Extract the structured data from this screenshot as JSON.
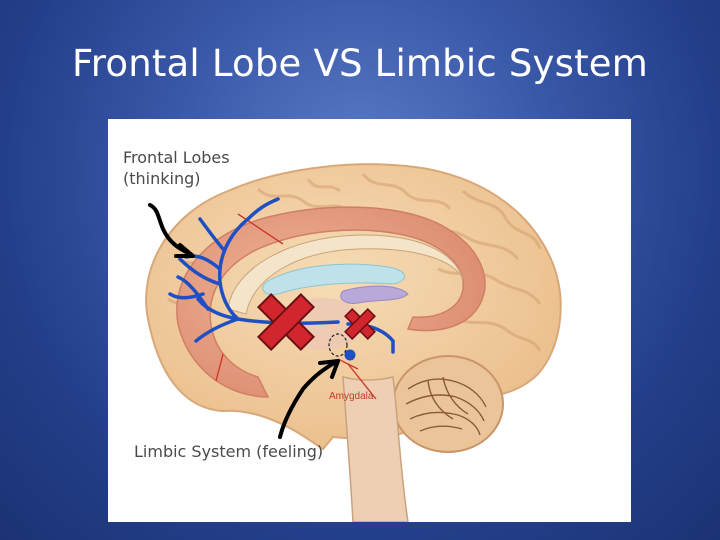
{
  "slide": {
    "title": "Frontal Lobe VS Limbic System"
  },
  "diagram": {
    "frontal_label_line1": "Frontal Lobes",
    "frontal_label_line2": "(thinking)",
    "limbic_label": "Limbic System (feeling)",
    "amygdala_label": "Amygdala"
  },
  "colors": {
    "background": "#3a58a8",
    "brain_outer": "#f3cfa0",
    "brain_inner": "#e8a385",
    "pathway": "#1f4fc4",
    "block_marker": "#d1262e",
    "arrow": "#000000"
  },
  "icons": [
    "x-mark-icon",
    "arrow-icon"
  ]
}
